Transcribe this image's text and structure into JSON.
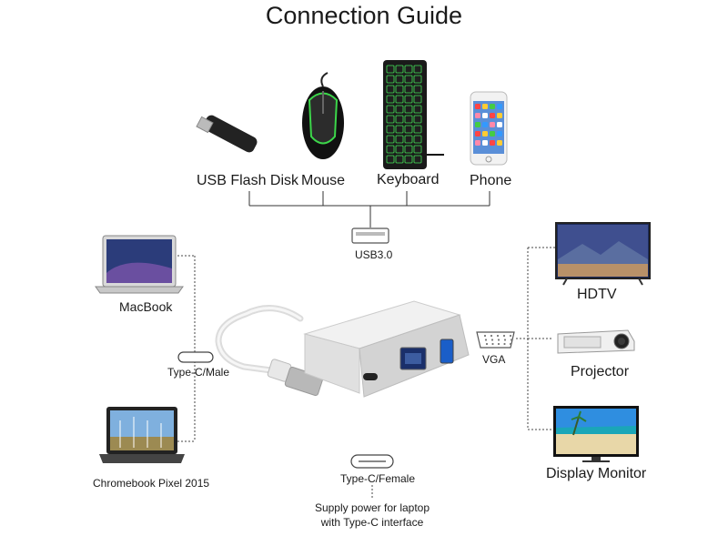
{
  "title": "Connection Guide",
  "devices_top": {
    "usb_flash_disk": "USB Flash Disk",
    "mouse": "Mouse",
    "keyboard": "Keyboard",
    "phone": "Phone"
  },
  "ports": {
    "usb": "USB3.0",
    "vga": "VGA",
    "typec_male": "Type-C/Male",
    "typec_female": "Type-C/Female"
  },
  "devices_left": {
    "macbook": "MacBook",
    "chromebook": "Chromebook Pixel 2015"
  },
  "devices_right": {
    "hdtv": "HDTV",
    "projector": "Projector",
    "monitor": "Display Monitor"
  },
  "note": {
    "line1": "Supply power for laptop",
    "line2": "with Type-C interface"
  }
}
